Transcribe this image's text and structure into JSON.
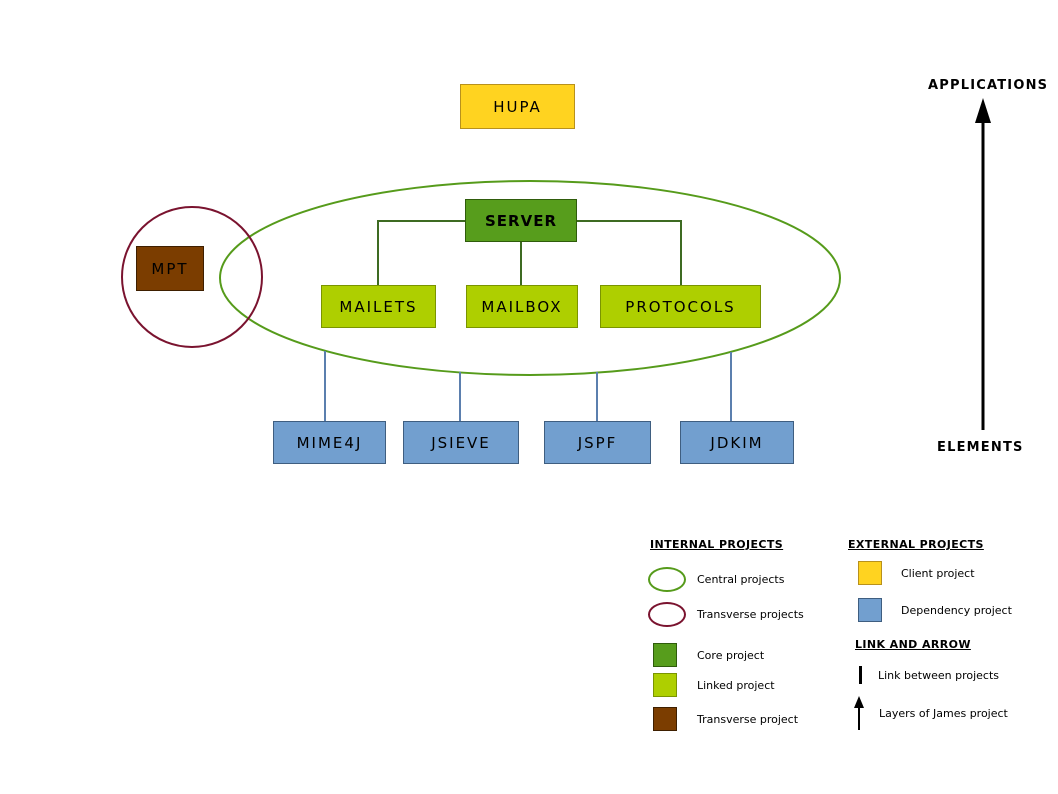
{
  "labels": {
    "applications": "APPLICATIONS",
    "elements": "ELEMENTS"
  },
  "nodes": {
    "hupa": "HUPA",
    "server": "SERVER",
    "mailets": "MAILETS",
    "mailbox": "MAILBOX",
    "protocols": "PROTOCOLS",
    "mpt": "MPT",
    "mime4j": "MIME4J",
    "jsieve": "JSIEVE",
    "jspf": "JSPF",
    "jdkim": "JDKIM"
  },
  "legend": {
    "internal": {
      "title": "INTERNAL PROJECTS",
      "items": [
        {
          "icon": "green-ellipse-icon",
          "label": "Central projects"
        },
        {
          "icon": "maroon-ellipse-icon",
          "label": "Transverse projects"
        },
        {
          "icon": "green-square-icon",
          "label": "Core project"
        },
        {
          "icon": "yellowgreen-square-icon",
          "label": "Linked project"
        },
        {
          "icon": "brown-square-icon",
          "label": "Transverse project"
        }
      ]
    },
    "external": {
      "title": "EXTERNAL PROJECTS",
      "items": [
        {
          "icon": "yellow-square-icon",
          "label": "Client project"
        },
        {
          "icon": "blue-square-icon",
          "label": "Dependency project"
        }
      ]
    },
    "link_and_arrow": {
      "title": "LINK AND ARROW",
      "items": [
        {
          "icon": "vertical-line-icon",
          "label": "Link between projects"
        },
        {
          "icon": "up-arrow-icon",
          "label": "Layers of James project"
        }
      ]
    }
  },
  "colors": {
    "client_fill": "#FFD320",
    "client_border": "#B8911C",
    "core_fill": "#579D1C",
    "core_border": "#2F5C0B",
    "linked_fill": "#AECF00",
    "linked_border": "#7A9400",
    "transverse_fill": "#7B3D00",
    "transverse_border": "#3E1F00",
    "dependency_fill": "#729FCF",
    "dependency_border": "#3F5E80",
    "central_stroke": "#569B1B",
    "transverse_stroke": "#7A132F",
    "link_green": "#3E6B22",
    "link_blue": "#5B7FAE",
    "arrow_black": "#000000"
  }
}
